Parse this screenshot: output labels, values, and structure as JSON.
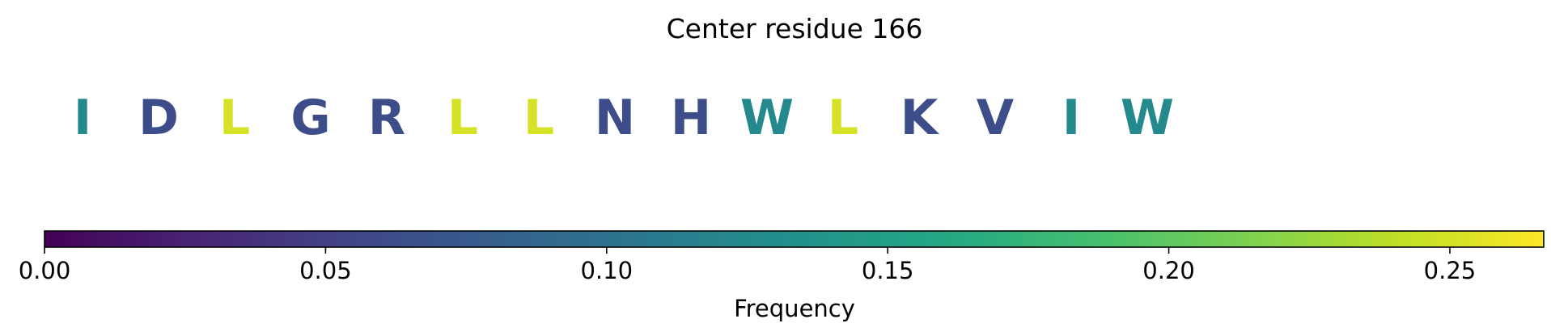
{
  "chart_data": {
    "type": "sequence-colorbar",
    "title": "Center residue 166",
    "residues": [
      {
        "letter": "I",
        "frequency": 0.125
      },
      {
        "letter": "D",
        "frequency": 0.0625
      },
      {
        "letter": "L",
        "frequency": 0.25
      },
      {
        "letter": "G",
        "frequency": 0.0625
      },
      {
        "letter": "R",
        "frequency": 0.0625
      },
      {
        "letter": "L",
        "frequency": 0.25
      },
      {
        "letter": "L",
        "frequency": 0.25
      },
      {
        "letter": "N",
        "frequency": 0.0625
      },
      {
        "letter": "H",
        "frequency": 0.0625
      },
      {
        "letter": "W",
        "frequency": 0.125
      },
      {
        "letter": "L",
        "frequency": 0.25
      },
      {
        "letter": "K",
        "frequency": 0.0625
      },
      {
        "letter": "V",
        "frequency": 0.0625
      },
      {
        "letter": "I",
        "frequency": 0.125
      },
      {
        "letter": "W",
        "frequency": 0.125
      }
    ],
    "colorbar": {
      "colormap": "viridis",
      "xlabel": "Frequency",
      "xlim": [
        0,
        0.2667
      ],
      "ticks": [
        0.0,
        0.05,
        0.1,
        0.15,
        0.2,
        0.25
      ],
      "tick_labels": [
        "0.00",
        "0.05",
        "0.10",
        "0.15",
        "0.20",
        "0.25"
      ]
    }
  }
}
